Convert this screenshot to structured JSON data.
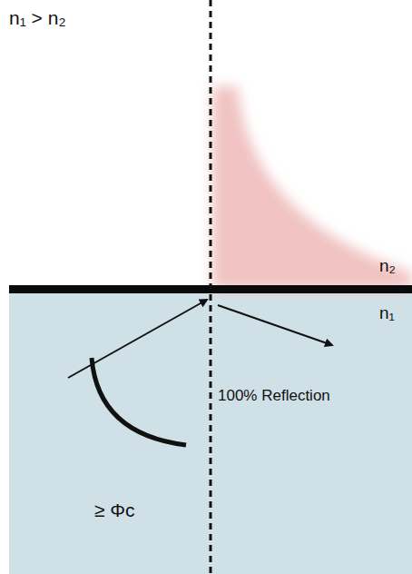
{
  "diagram": {
    "labels": [
      "n₁ > n₂",
      "n₂",
      "n₁",
      "100% Reflection",
      "≥ Φc"
    ]
  }
}
